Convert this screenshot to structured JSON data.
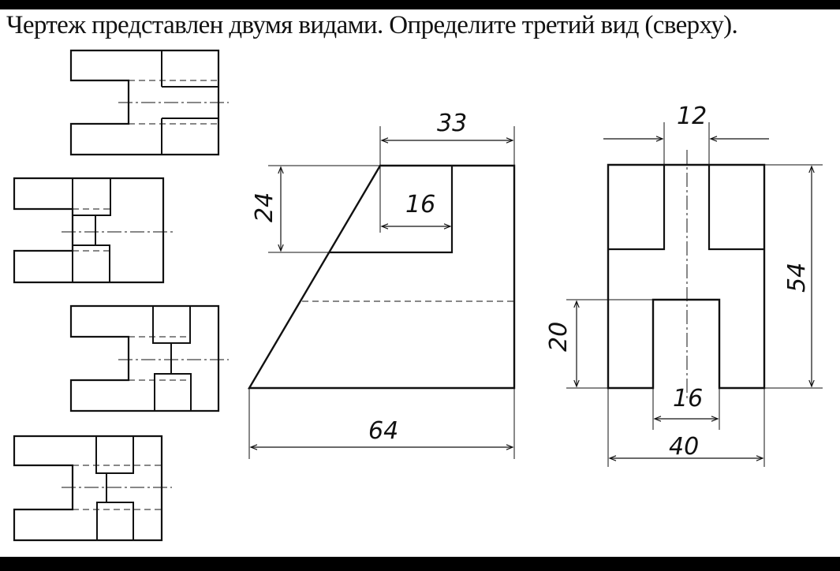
{
  "task": {
    "text": "Чертеж представлен двумя видами. Определите третий вид (сверху)."
  },
  "dimensions": {
    "front_top": "33",
    "front_slot_width": "16",
    "front_slot_depth": "24",
    "front_bottom": "64",
    "side_gap": "12",
    "side_height": "54",
    "side_slot_height": "20",
    "side_slot_width": "16",
    "side_width": "40"
  },
  "options": [
    "option-1",
    "option-2",
    "option-3",
    "option-4"
  ]
}
